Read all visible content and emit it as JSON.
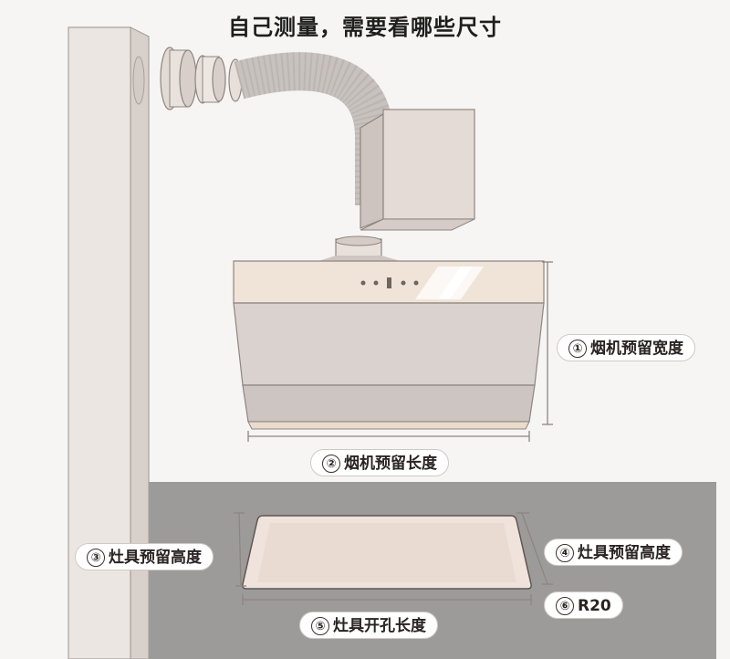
{
  "title": "自己测量，需要看哪些尺寸",
  "labels": {
    "hood_width": {
      "num": "①",
      "text": "烟机预留宽度"
    },
    "hood_length": {
      "num": "②",
      "text": "烟机预留长度"
    },
    "stove_height_left": {
      "num": "③",
      "text": "灶具预留高度"
    },
    "stove_height_right": {
      "num": "④",
      "text": "灶具预留高度"
    },
    "corner_radius": {
      "num": "⑥",
      "text": "R20"
    },
    "stove_length": {
      "num": "⑤",
      "text": "灶具开孔长度"
    }
  },
  "colors": {
    "wall": "#ece6e2",
    "hood_panel": "#d9d2ce",
    "hood_trim": "#f0e4d8",
    "counter": "#9d9b9a",
    "cutout": "#efe3dc",
    "dimension_line": "#8e8580"
  }
}
